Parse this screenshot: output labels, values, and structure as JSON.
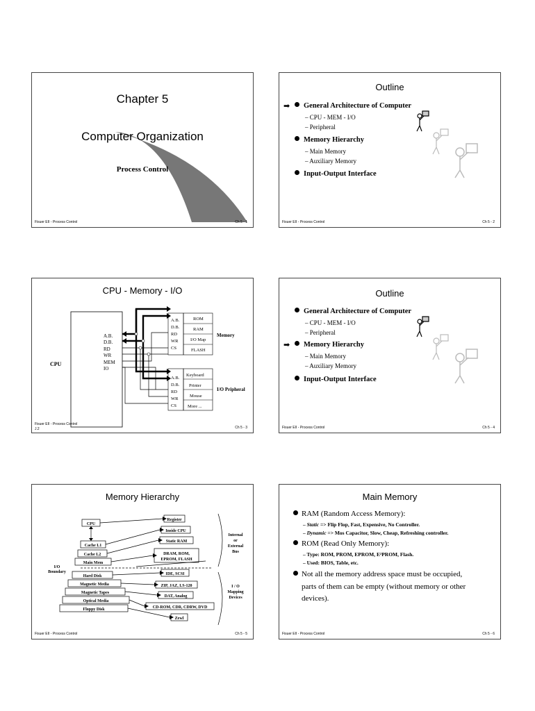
{
  "slide1": {
    "title1": "Chapter 5",
    "title2": "Computer Organization",
    "subtitle": "Process Control",
    "footer_left": "Fisuer EII - Process Control",
    "footer_right": "Ch 5 - 1"
  },
  "slide2": {
    "title": "Outline",
    "items": [
      {
        "label": "General Architecture of Computer",
        "subs": [
          "CPU - MEM - I/O",
          "Peripheral"
        ]
      },
      {
        "label": "Memory Hierarchy",
        "subs": [
          "Main Memory",
          "Auxiliary Memory"
        ]
      },
      {
        "label": "Input-Output Interface",
        "subs": []
      }
    ],
    "footer_left": "Fisuer EII - Process Control",
    "footer_right": "Ch 5 - 2"
  },
  "slide3": {
    "title": "CPU - Memory - I/O",
    "cpu_label": "CPU",
    "cpu_pins": [
      "A.B.",
      "D.B.",
      "RD",
      "WR",
      "MEM",
      "IO"
    ],
    "mem_pins": [
      "A.B.",
      "D.B.",
      "RD",
      "WR",
      "CS"
    ],
    "mem_cells": [
      "ROM",
      "RAM",
      "I/O Map",
      "FLASH"
    ],
    "mem_label": "Memory",
    "io_pins": [
      "A.B.",
      "D.B.",
      "RD",
      "WR",
      "CS"
    ],
    "io_cells": [
      "Keyboard",
      "Printer",
      "Mouse",
      "More ..."
    ],
    "io_label": "I/O Pripheral",
    "footer_left": "Fisuer EII - Process Control",
    "footer_left2": "J.2",
    "footer_right": "Ch 5 - 3"
  },
  "slide4": {
    "title": "Outline",
    "items": [
      {
        "label": "General Architecture of Computer",
        "subs": [
          "CPU - MEM - I/O",
          "Peripheral"
        ]
      },
      {
        "label": "Memory Hierarchy",
        "subs": [
          "Main Memory",
          "Auxiliary Memory"
        ]
      },
      {
        "label": "Input-Output Interface",
        "subs": []
      }
    ],
    "footer_left": "Fisuer EII - Process Control",
    "footer_right": "Ch 5 - 4"
  },
  "slide5": {
    "title": "Memory Hierarchy",
    "left_boxes": [
      "CPU",
      "Cache L1",
      "Cache L2",
      "Main Mem",
      "Hard Disk",
      "Magnetic Media",
      "Magnetic Tapes",
      "Optical Media",
      "Floppy Disk"
    ],
    "right_boxes": [
      "Register",
      "Inside CPU",
      "Static RAM",
      "DRAM, ROM,",
      "EPROM, FLASH",
      "IDE, SCSI",
      "ZIP, JAZ, LS-120",
      "DAT, Analog",
      "CD-ROM, CDR, CDRW, DVD",
      "Zewl"
    ],
    "io_boundary": [
      "I/O",
      "Boundary"
    ],
    "internal": [
      "Internal",
      "or",
      "External",
      "Bus"
    ],
    "mapping": [
      "I / O",
      "Mapping",
      "Devices"
    ],
    "footer_left": "Fisuer EII - Process Control",
    "footer_right": "Ch 5 - 5"
  },
  "slide6": {
    "title": "Main Memory",
    "ram": "RAM (Random Access Memory):",
    "ram_static_k": "Static",
    "ram_static_v": " => Flip Flop, Fast, Expensive, No Controller.",
    "ram_dynamic_k": "Dynamic",
    "ram_dynamic_v": " => Mos Capacitor, Slow, Cheap, Refreshing controller.",
    "rom": "ROM (Read Only Memory):",
    "rom_type": "Type: ROM, PROM, EPROM, E²PROM, Flash.",
    "rom_used": "Used: BIOS, Table, etc.",
    "note_lines": [
      "Not all the memory address space must be occupied,",
      "parts of them can be empty (without memory or other",
      "devices)."
    ],
    "footer_left": "Fisuer EII - Process Control",
    "footer_right": "Ch 5 - 6"
  }
}
